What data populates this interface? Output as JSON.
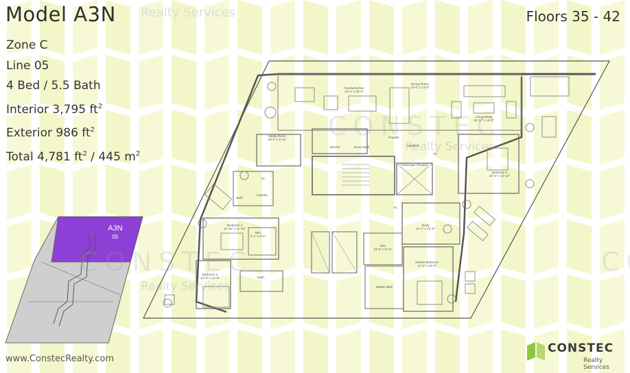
{
  "header": {
    "model": "Model A3N",
    "brand_faint": "Realty Services",
    "floors": "Floors 35 - 42"
  },
  "specs": {
    "zone": "Zone C",
    "line": "Line 05",
    "beds_baths": "4 Bed / 5.5 Bath",
    "interior_label": "Interior 3,795 ft",
    "exterior_label": "Exterior 986 ft",
    "total_label": "Total 4,781 ft",
    "total_metric": " / 445 m",
    "sq": "2"
  },
  "keyplan": {
    "unit": "A3N",
    "line": "05",
    "highlight_color": "#8d3fd6"
  },
  "watermarks": {
    "name": "CONSTEC",
    "sub": "Realty Services"
  },
  "rooms": {
    "family_kitchen": "Family/Kitchen",
    "family_kitchen_dim": "26'-4\" x 15'-0\"",
    "dining": "Dining Room",
    "dining_dim": "14'-0\" x 13'-0\"",
    "living": "Living Room",
    "living_dim": "25'-11\" x 16'-0\"",
    "media": "Media Room",
    "media_dim": "16'-2\" x 9'-11\"",
    "service": "Service",
    "guest_bath": "Guest Bath",
    "powder": "Powder",
    "vestibule": "Vestibule",
    "passenger_elevator": "Passenger Elevator",
    "bedroom2": "Bedroom 2",
    "bedroom2_dim": "13'-3\" x 14'-10\"",
    "bedroom3": "Bedroom 3",
    "bedroom3_dim": "12'-8\" x 14'-0\"",
    "bedroom4": "Bedroom 4",
    "bedroom4_dim": "11'-10\" x 11'-10\"",
    "study": "Study",
    "study_dim": "11'-1\" x 12'-8\"",
    "master_bedroom": "Master Bedroom",
    "master_bedroom_dim": "14'-5\" x 19'-5\"",
    "master_bath": "Master Bath",
    "wic_master": "WIC",
    "wic_master_dim": "10'-6\" x 8'-11\"",
    "wic_b4": "WIC",
    "wic_b4_dim": "5'-1\" x 6'-1\"",
    "bath": "Bath",
    "laundry": "Laundry",
    "ac": "AC"
  },
  "footer": {
    "website": "www.ConstecRealty.com",
    "logo_name": "CONSTEC",
    "logo_sub": "Realty Services",
    "logo_color": "#8cc63f"
  }
}
